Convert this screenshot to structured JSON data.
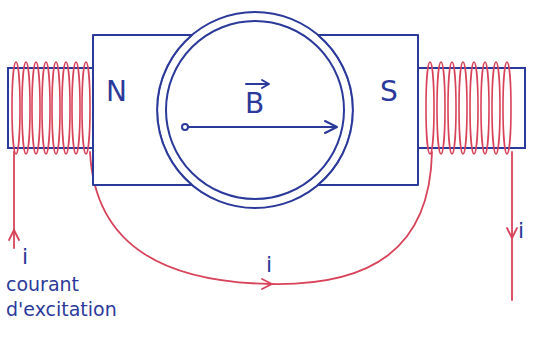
{
  "diagram": {
    "nodes": [
      {
        "text": [
          "N"
        ]
      },
      {
        "text": [
          "B"
        ]
      },
      {
        "text": [
          "S"
        ]
      }
    ],
    "labels": [
      "i",
      "i",
      "i",
      "courant d'excitation"
    ]
  }
}
